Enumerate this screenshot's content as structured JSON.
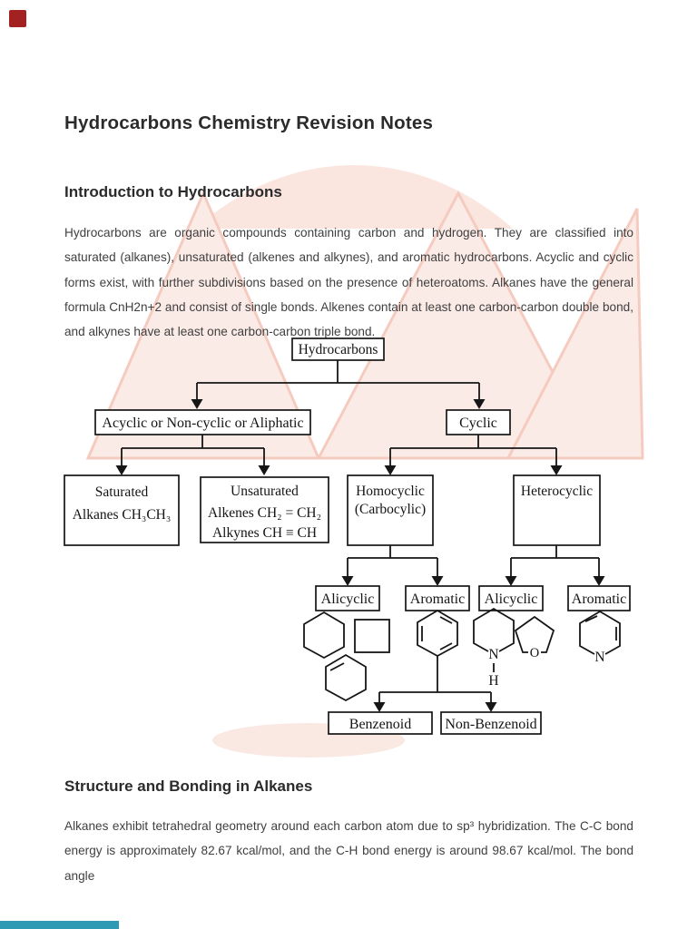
{
  "document": {
    "title": "Hydrocarbons Chemistry Revision Notes",
    "sections": [
      {
        "heading": "Introduction to Hydrocarbons",
        "body": "Hydrocarbons are organic compounds containing carbon and hydrogen. They are classified into saturated (alkanes), unsaturated (alkenes and alkynes), and aromatic hydrocarbons. Acyclic and cyclic forms exist, with further subdivisions based on the presence of heteroatoms. Alkanes have the general formula CnH2n+2 and consist of single bonds. Alkenes contain at least one carbon-carbon double bond, and alkynes have at least one carbon-carbon triple bond."
      },
      {
        "heading": "Structure and Bonding in Alkanes",
        "body": "Alkanes exhibit tetrahedral geometry around each carbon atom due to sp³ hybridization. The C-C bond energy is approximately 82.67 kcal/mol, and the C-H bond energy is around 98.67 kcal/mol. The bond angle"
      }
    ]
  },
  "diagram": {
    "root": "Hydrocarbons",
    "acyclic": "Acyclic or Non-cyclic or Aliphatic",
    "cyclic": "Cyclic",
    "saturated": {
      "title": "Saturated",
      "formula": "Alkanes CH₃CH₃"
    },
    "unsaturated": {
      "title": "Unsaturated",
      "alkenes": "Alkenes CH₂ = CH₂",
      "alkynes": "Alkynes CH ≡ CH"
    },
    "homocyclic": {
      "line1": "Homocyclic",
      "line2": "(Carbocylic)"
    },
    "heterocyclic": "Heterocyclic",
    "alicyclic": "Alicyclic",
    "aromatic": "Aromatic",
    "benzenoid": "Benzenoid",
    "non_benzenoid": "Non-Benzenoid",
    "atoms": {
      "n": "N",
      "h": "H",
      "o": "O"
    }
  },
  "colors": {
    "corner_square": "#a32121",
    "footer_bar": "#2e9ab3",
    "watermark_fill": "#fbe7e1",
    "watermark_edge": "#f3bfb1",
    "body_text": "#3f3f3f",
    "heading_text": "#2b2b2b",
    "diagram_ink": "#161616"
  }
}
